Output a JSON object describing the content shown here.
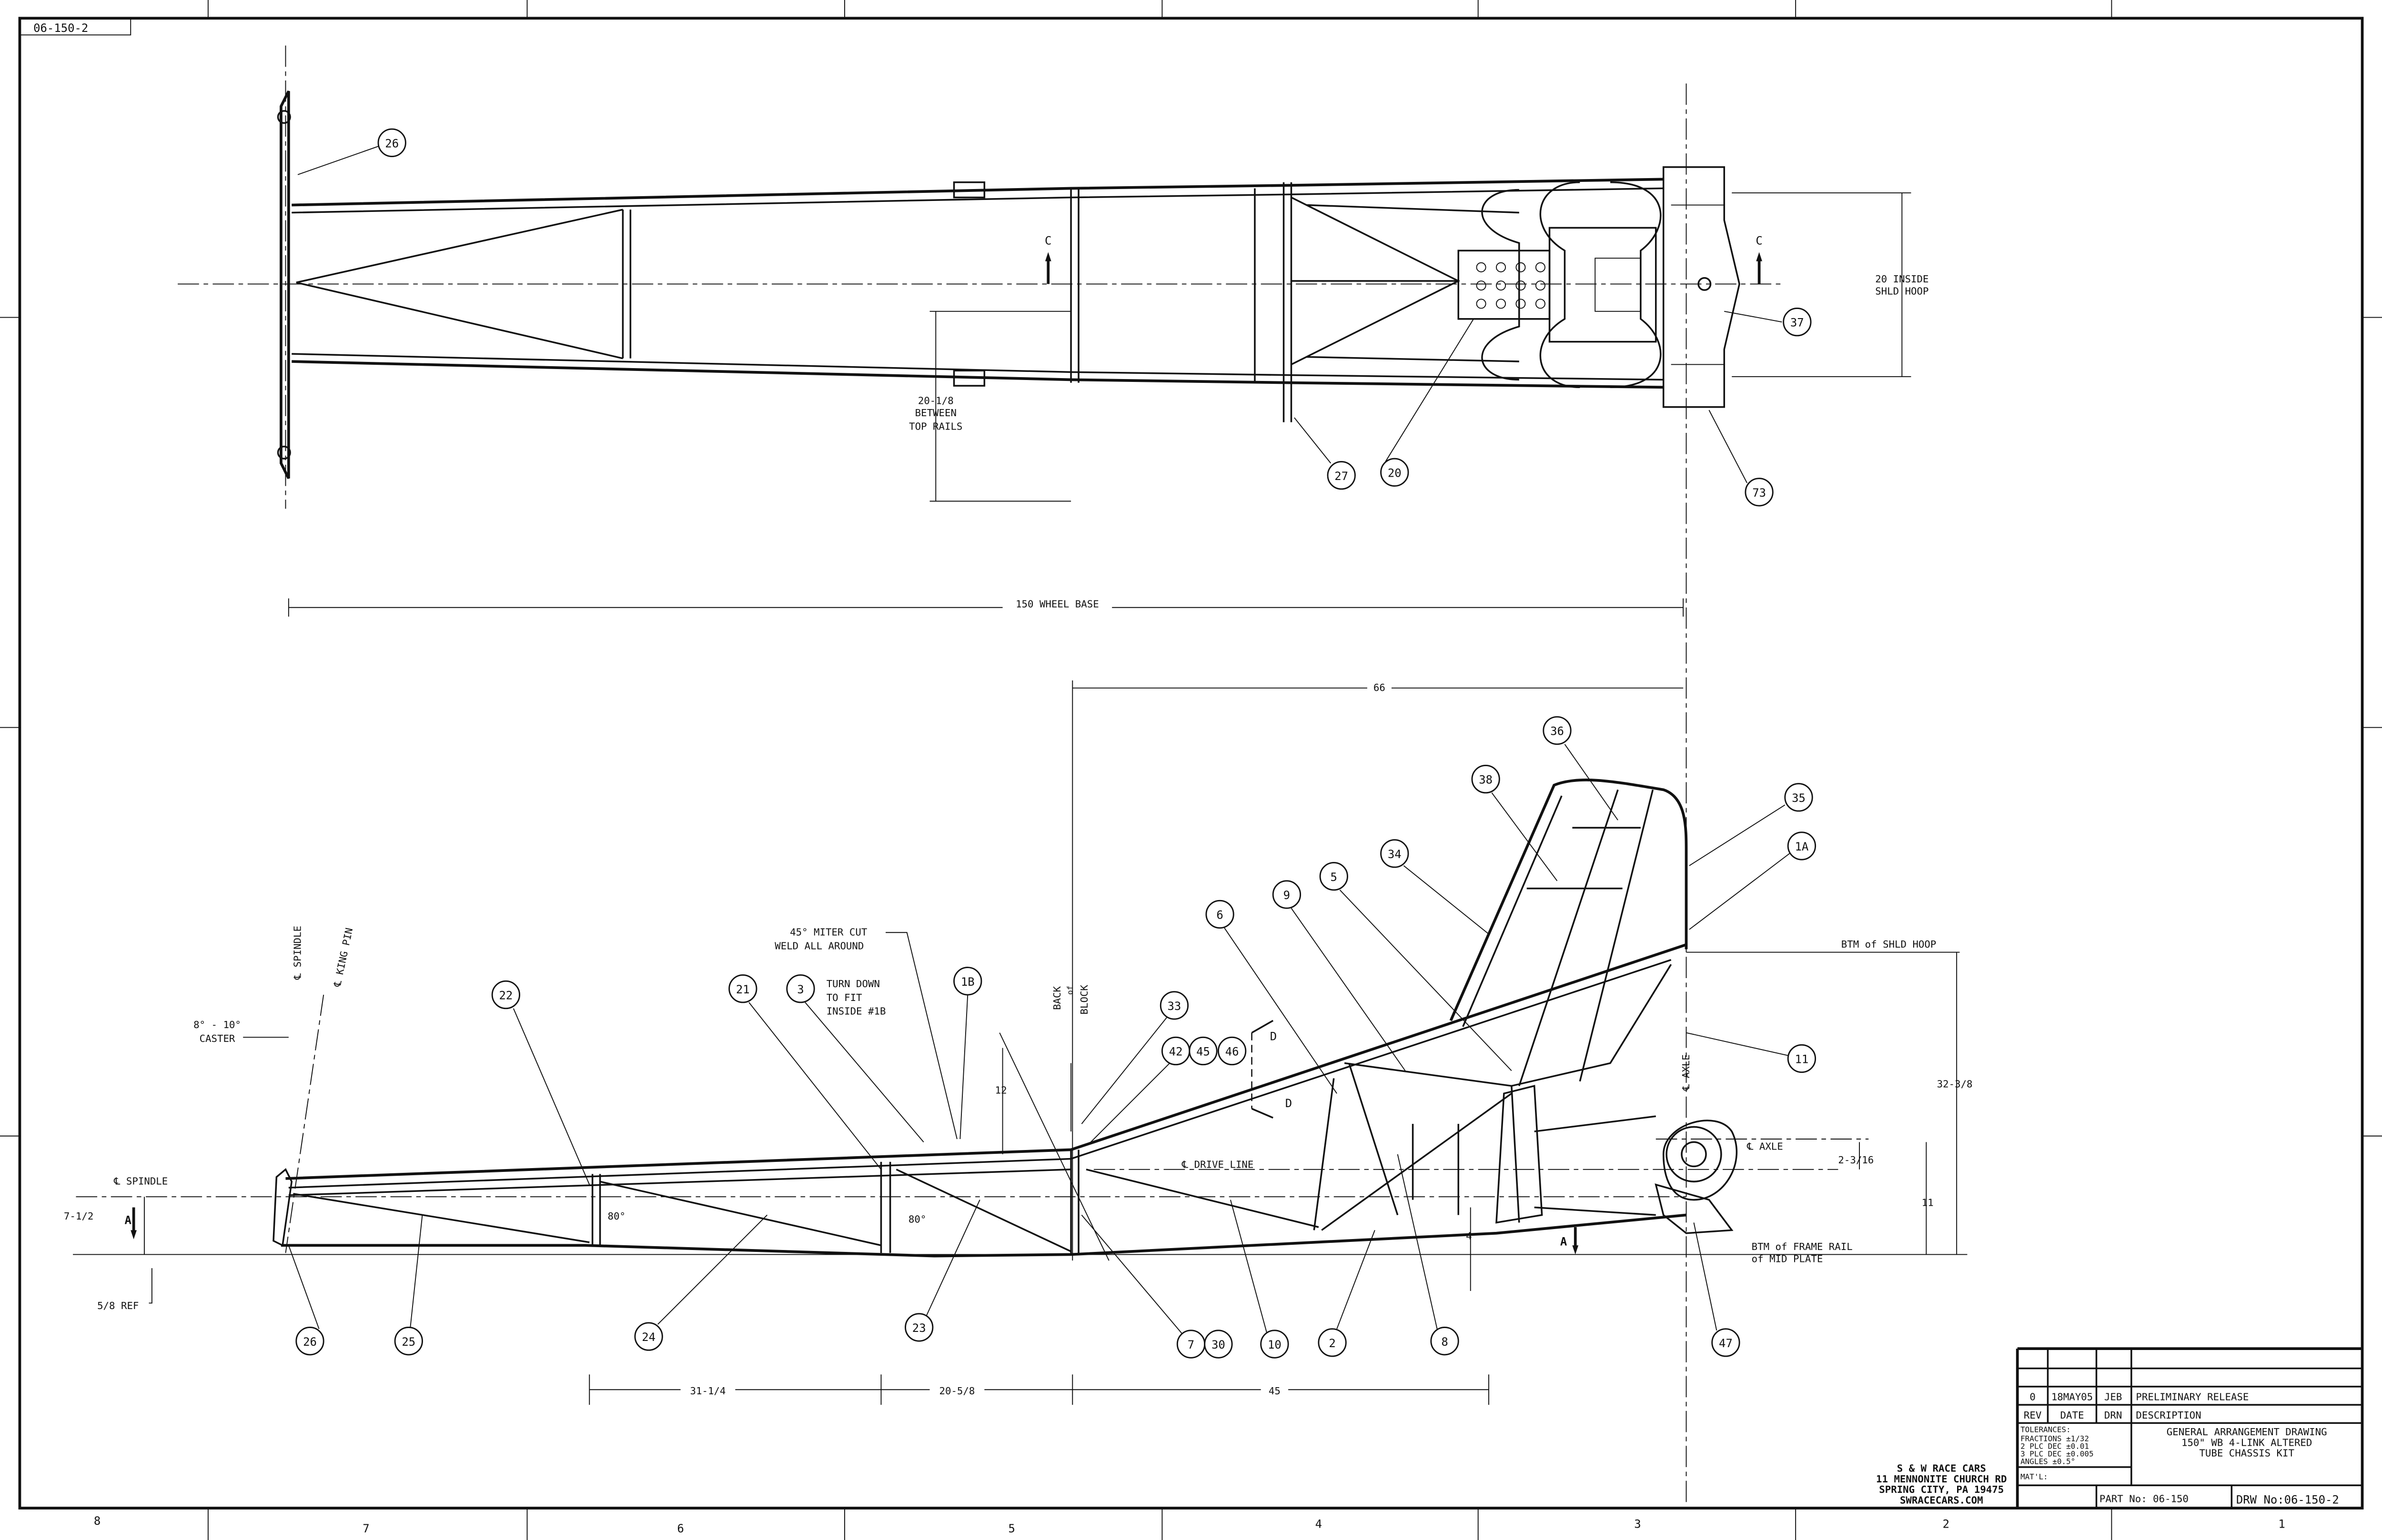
{
  "sheet": {
    "corner_label": "06-150-2",
    "zones_bottom": [
      "8",
      "7",
      "6",
      "5",
      "4",
      "3",
      "2",
      "1"
    ]
  },
  "top_view": {
    "dim_inside_hoop": [
      "20 INSIDE",
      "SHLD HOOP"
    ],
    "dim_top_rails": [
      "20-1/8",
      "BETWEEN",
      "TOP RAILS"
    ],
    "section_mark": "C",
    "balloons": [
      "26",
      "37",
      "73",
      "27",
      "20"
    ]
  },
  "side_view": {
    "wheel_base": "150 WHEEL BASE",
    "dim_66": "66",
    "btm_shld_hoop": "BTM of SHLD HOOP",
    "dim_32_3_8": "32-3/8",
    "dim_2_3_16": "2-3/16",
    "dim_11": "11",
    "btm_frame_rail": [
      "BTM of FRAME RAIL",
      "of MID PLATE"
    ],
    "cl_axle": "℄ AXLE",
    "cl_axle_vertical": "℄ AXLE",
    "cl_drive_line": "℄ DRIVE LINE",
    "cl_spindle": "℄ SPINDLE",
    "cl_spindle_vertical": "℄ SPINDLE",
    "cl_king_pin": "℄ KING PIN",
    "caster": [
      "8° - 10°",
      "CASTER"
    ],
    "dim_7_1_2": "7-1/2",
    "dim_5_8_ref": "5/8 REF",
    "section_a": "A",
    "section_d": "D",
    "dim_12": "12",
    "angle_80": "80°",
    "dim_4": "4",
    "dim_31_1_4": "31-1/4",
    "dim_20_5_8": "20-5/8",
    "dim_45": "45",
    "miter_note": [
      "45° MITER CUT",
      "WELD ALL AROUND"
    ],
    "turn_down_note": [
      "TURN DOWN",
      "TO FIT",
      "INSIDE #1B"
    ],
    "back_of_block": [
      "BACK",
      "of",
      "BLOCK"
    ],
    "balloons": [
      "22",
      "21",
      "3",
      "1B",
      "33",
      "42",
      "45",
      "46",
      "6",
      "9",
      "5",
      "34",
      "38",
      "36",
      "35",
      "1A",
      "11",
      "26",
      "25",
      "24",
      "23",
      "7",
      "30",
      "10",
      "2",
      "8",
      "47"
    ]
  },
  "company": {
    "name": "S & W RACE CARS",
    "address": "11 MENNONITE CHURCH RD",
    "city": "SPRING CITY, PA 19475",
    "web": "SWRACECARS.COM"
  },
  "title_block": {
    "rev_row": {
      "rev": "0",
      "date": "18MAY05",
      "drn": "JEB",
      "description": "PRELIMINARY RELEASE"
    },
    "headers": {
      "rev": "REV",
      "date": "DATE",
      "drn": "DRN",
      "description": "DESCRIPTION"
    },
    "tolerances": [
      "TOLERANCES:",
      "FRACTIONS ±1/32",
      "2 PLC DEC ±0.01",
      "3 PLC DEC ±0.005",
      "ANGLES ±0.5°"
    ],
    "material": "MAT'L:",
    "title": [
      "GENERAL ARRANGEMENT DRAWING",
      "150\" WB 4-LINK ALTERED",
      "TUBE CHASSIS KIT"
    ],
    "part_no": "PART No: 06-150",
    "drw_no": "DRW No:06-150-2"
  }
}
